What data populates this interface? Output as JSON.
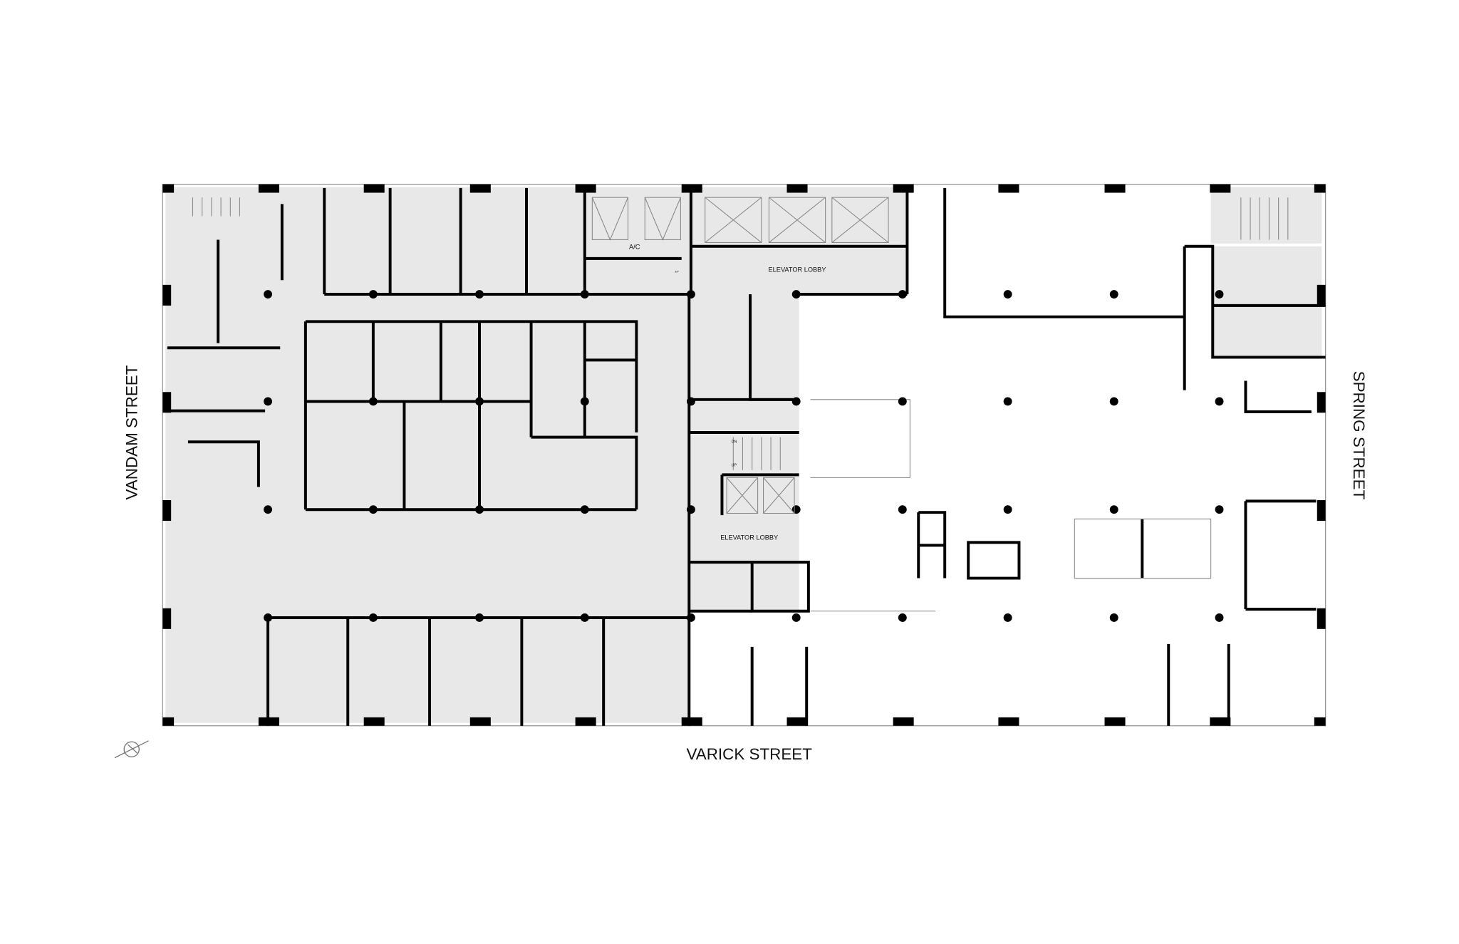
{
  "plan": {
    "streets": {
      "west": "VANDAM STREET",
      "east": "SPRING STREET",
      "south": "VARICK STREET"
    },
    "rooms": {
      "elevator_lobby_north": "ELEVATOR LOBBY",
      "elevator_lobby_south": "ELEVATOR LOBBY",
      "ac": "A/C",
      "stair_down": "DN",
      "stair_up": "UP",
      "ep": "EP"
    },
    "colors": {
      "occupied_fill": "#e8e8e8",
      "wall": "#000000",
      "background": "#ffffff"
    },
    "north_arrow_icon": "north-arrow-icon"
  }
}
